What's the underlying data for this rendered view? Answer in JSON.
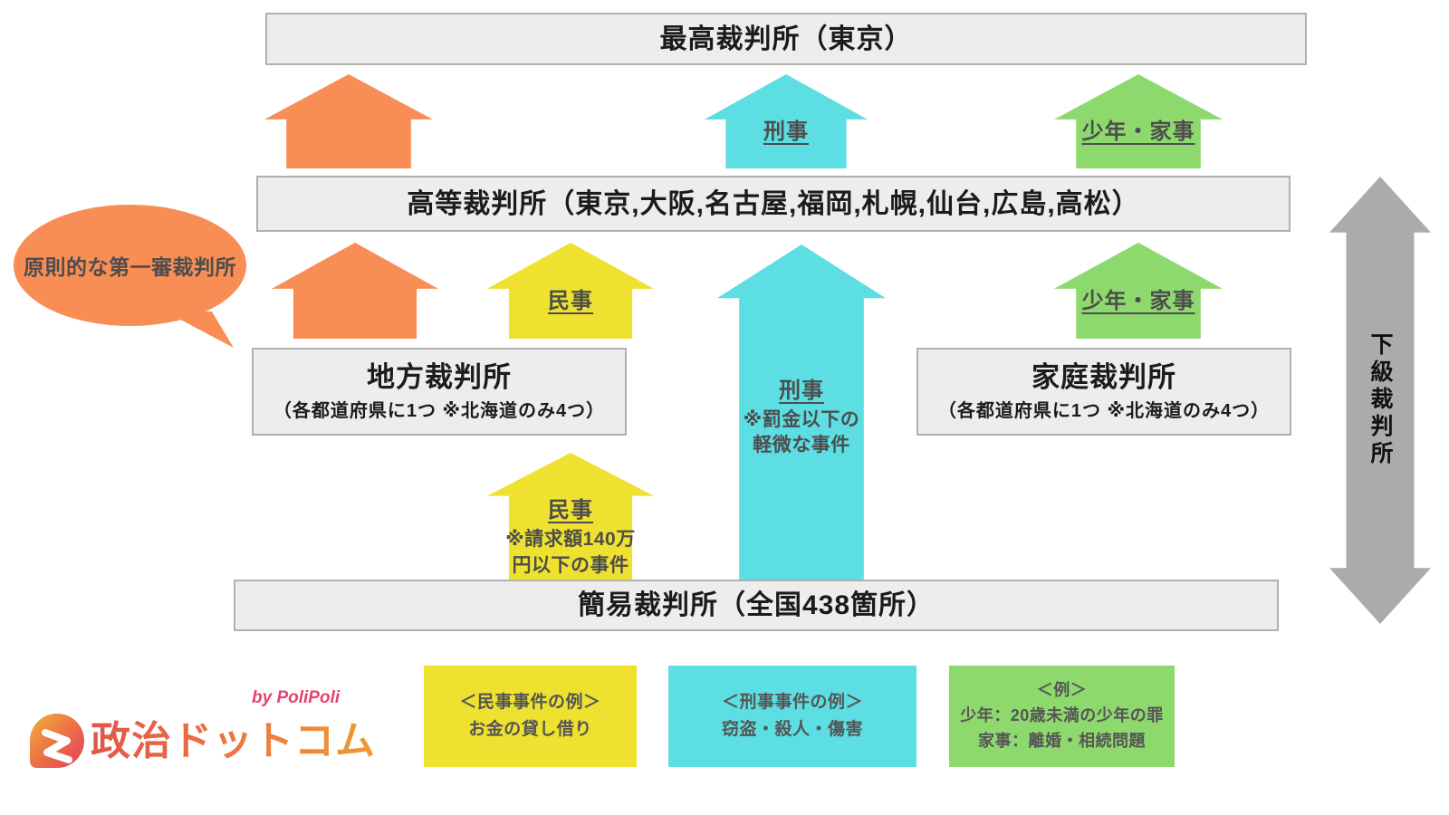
{
  "colors": {
    "orange": "#f88e55",
    "cyan": "#5cdee2",
    "green": "#8ed96e",
    "yellow": "#efe12f",
    "box_fill": "#ededed",
    "box_border": "#b0b0b0",
    "gray_arrow": "#ababab",
    "arrow_label_text": "#4d4d4d",
    "logo_pink": "#e8416f"
  },
  "boxes": {
    "supreme": "最高裁判所（東京）",
    "high": "高等裁判所（東京,大阪,名古屋,福岡,札幌,仙台,広島,高松）",
    "district_title": "地方裁判所",
    "district_note": "（各都道府県に1つ ※北海道のみ4つ）",
    "family_title": "家庭裁判所",
    "family_note": "（各都道府県に1つ ※北海道のみ4つ）",
    "summary": "簡易裁判所（全国438箇所）"
  },
  "bubble": "原則的な第一審裁判所",
  "side_arrow_label": "下級裁判所",
  "arrows": {
    "criminal_top": "刑事",
    "juvenile_top": "少年・家事",
    "civil_mid": "民事",
    "juvenile_mid": "少年・家事",
    "criminal_big": "刑事",
    "criminal_big_note1": "※罰金以下の",
    "criminal_big_note2": "軽微な事件",
    "civil_low": "民事",
    "civil_low_note1": "※請求額140万",
    "civil_low_note2": "円以下の事件"
  },
  "examples": {
    "civil_1": "＜民事事件の例＞",
    "civil_2": "お金の貸し借り",
    "criminal_1": "＜刑事事件の例＞",
    "criminal_2": "窃盗・殺人・傷害",
    "family_1": "＜例＞",
    "family_2": "少年：20歳未満の少年の罪",
    "family_3": "家事：離婚・相続問題"
  },
  "logo": {
    "brand": "政治ドットコム",
    "byline": "by PoliPoli"
  }
}
